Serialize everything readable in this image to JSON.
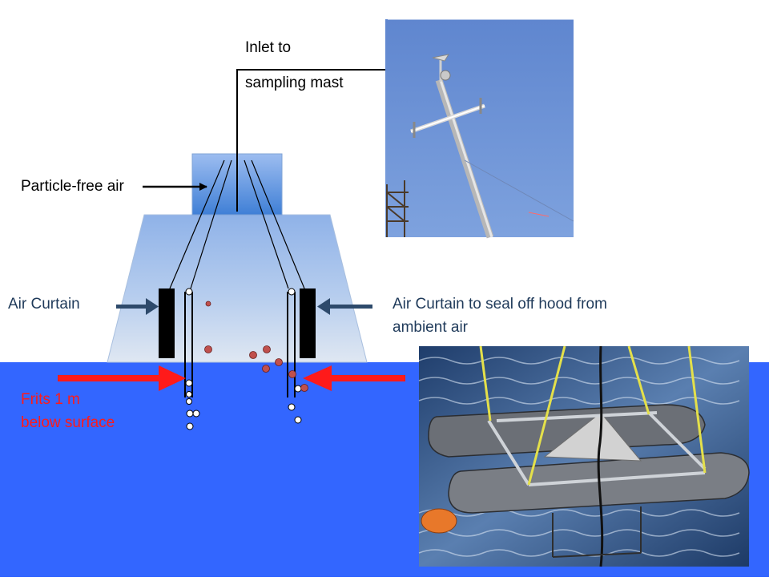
{
  "labels": {
    "inlet_line1": "Inlet to",
    "inlet_line2": "sampling mast",
    "particle_free_air": "Particle-free air",
    "air_curtain_left": "Air Curtain",
    "air_curtain_right_line1": "Air Curtain to seal off hood from",
    "air_curtain_right_line2": "ambient air",
    "frits_line1": "Frits 1 m",
    "frits_line2": "below surface"
  },
  "photos": {
    "mast": "sampling-mast-photo",
    "hood": "floating-hood-photo"
  },
  "colors": {
    "sea": "#3366ff",
    "hood_top": "#8fb4e6",
    "hood_bottom": "#dde6f2",
    "cap": "#5a8fd8",
    "flow_arrow": "#ff1a1a",
    "curtain_arrow": "#2e4a6b",
    "droplet": "#c0504d",
    "bubble": "#ffffff"
  }
}
